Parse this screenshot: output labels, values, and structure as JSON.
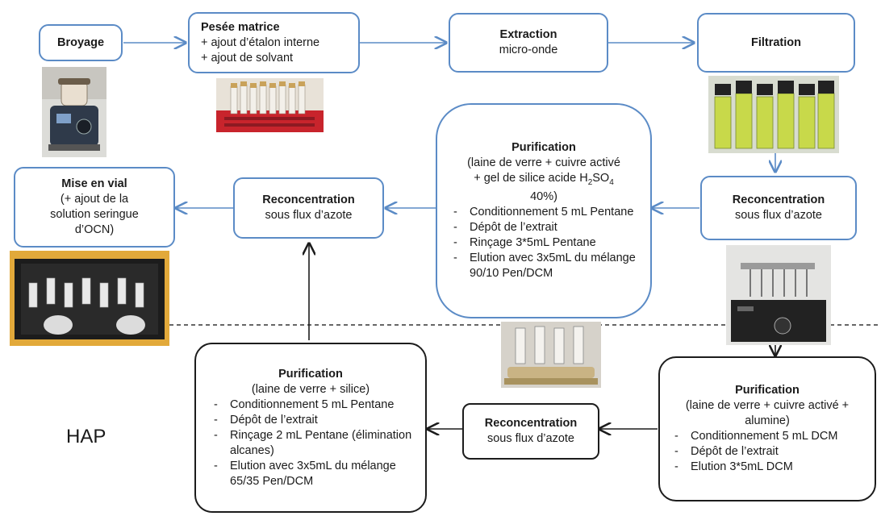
{
  "boxes": {
    "broyage": {
      "title": "Broyage"
    },
    "pesee": {
      "title": "Pesée matrice",
      "lines": [
        "+ ajout d’étalon interne",
        "+ ajout de solvant"
      ]
    },
    "extraction": {
      "title": "Extraction",
      "sub": "micro-onde"
    },
    "filtration": {
      "title": "Filtration"
    },
    "purif_top": {
      "title": "Purification",
      "desc1": "(laine de verre + cuivre activé",
      "desc2a": "+ gel de silice acide H",
      "desc2_sub1": "2",
      "desc2b": "SO",
      "desc2_sub2": "4",
      "desc3": "40%)",
      "steps": [
        "Conditionnement 5 mL Pentane",
        "Dépôt de l’extrait",
        "Rinçage 3*5mL Pentane",
        "Elution avec 3x5mL du mélange 90/10 Pen/DCM"
      ]
    },
    "recon_right": {
      "title": "Reconcentration",
      "sub": "sous flux d’azote"
    },
    "recon_mid": {
      "title": "Reconcentration",
      "sub": "sous flux d’azote"
    },
    "mise_vial": {
      "title": "Mise en vial",
      "lines": [
        "(+ ajout de la",
        "solution seringue",
        "d’OCN)"
      ]
    },
    "purif_bottom_left": {
      "title": "Purification",
      "desc": "(laine de verre + silice)",
      "steps": [
        "Conditionnement 5 mL Pentane",
        "Dépôt de l’extrait",
        "Rinçage 2 mL Pentane (élimination alcanes)",
        "Elution avec 3x5mL du mélange 65/35 Pen/DCM"
      ]
    },
    "recon_bottom": {
      "title": "Reconcentration",
      "sub": "sous flux d’azote"
    },
    "purif_bottom_right": {
      "title": "Purification",
      "desc": "(laine de verre + cuivre activé + alumine)",
      "steps": [
        "Conditionnement 5 mL DCM",
        "Dépôt de l’extrait",
        "Elution 3*5mL DCM"
      ]
    }
  },
  "label_hap": "HAP",
  "colors": {
    "blue_border": "#5b8bc6",
    "black_border": "#1c1c1c",
    "arrow_blue": "#5b8bc6",
    "arrow_black": "#1c1c1c"
  }
}
